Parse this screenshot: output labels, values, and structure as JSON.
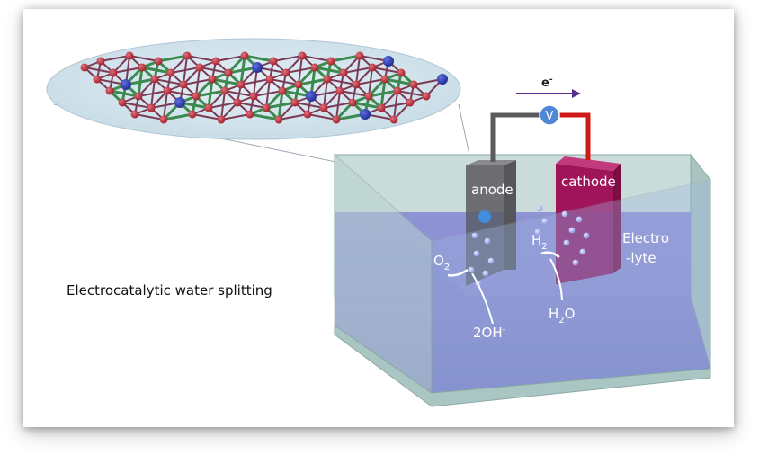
{
  "caption": "Electrocatalytic water splitting",
  "electrodes": {
    "anode": "anode",
    "cathode": "cathode"
  },
  "voltmeter": "V",
  "electron": {
    "base": "e",
    "sup": "-"
  },
  "labels": {
    "o2": {
      "base": "O",
      "sub": "2"
    },
    "h2": {
      "base": "H",
      "sub": "2"
    },
    "h2o": {
      "base": "H",
      "sub": "2",
      "tail": "O"
    },
    "oh": {
      "base": "2OH",
      "sup": "-"
    },
    "electrolyte_line1": "Electro",
    "electrolyte_line2": "-lyte"
  },
  "colors": {
    "water": "#7f84cc",
    "tank_glass": "#b9d2cf",
    "anode": "#6e6e72",
    "cathode": "#a0145a",
    "wire_anode": "#5a5a5a",
    "wire_cathode": "#d01818",
    "voltmeter": "#4f87d6",
    "atom_red": "#b8343e",
    "atom_green": "#3d8a4f",
    "atom_blue": "#2f3fb0",
    "lattice_bg": "#d7e7ef"
  }
}
